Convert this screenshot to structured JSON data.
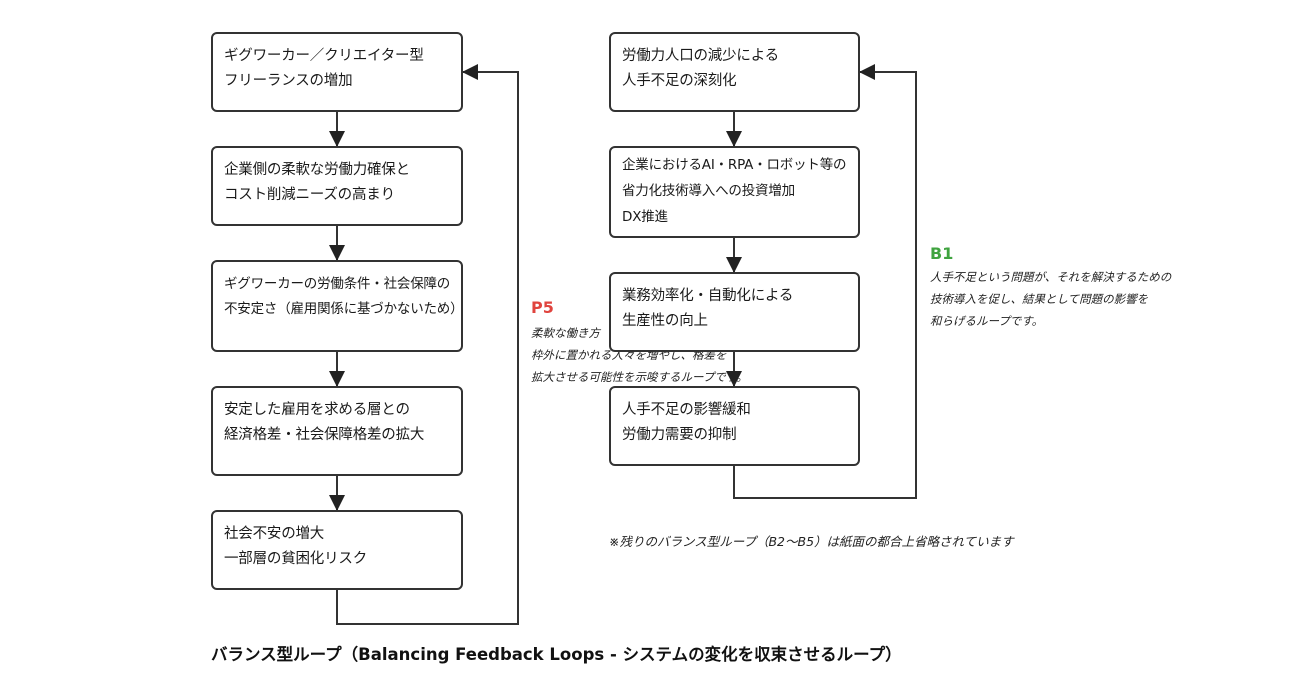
{
  "diagram": {
    "left_chain": [
      {
        "lines": [
          "ギグワーカー／クリエイター型",
          "フリーランスの増加"
        ]
      },
      {
        "lines": [
          "企業側の柔軟な労働力確保と",
          "コスト削減ニーズの高まり"
        ]
      },
      {
        "lines": [
          "ギグワーカーの労働条件・社会保障の",
          "不安定さ（雇用関係に基づかないため）"
        ]
      },
      {
        "lines": [
          "安定した雇用を求める層との",
          "経済格差・社会保障格差の拡大"
        ]
      },
      {
        "lines": [
          "社会不安の増大",
          "一部層の貧困化リスク"
        ]
      }
    ],
    "right_chain": [
      {
        "lines": [
          "労働力人口の減少による",
          "人手不足の深刻化"
        ]
      },
      {
        "lines": [
          "企業におけるAI・RPA・ロボット等の",
          "省力化技術導入への投資増加",
          "DX推進"
        ]
      },
      {
        "lines": [
          "業務効率化・自動化による",
          "生産性の向上"
        ]
      },
      {
        "lines": [
          "人手不足の影響緩和",
          "労働力需要の抑制"
        ]
      }
    ],
    "loop_p5": {
      "label": "P5",
      "color": "#e0443e",
      "note": [
        "柔軟な働き方",
        "枠外に置かれる人々を増やし、格差を",
        "拡大させる可能性を示唆するループです。"
      ]
    },
    "loop_b1": {
      "label": "B1",
      "color": "#3fa33f",
      "note": [
        "人手不足という問題が、それを解決するための",
        "技術導入を促し、結果として問題の影響を",
        "和らげるループです。"
      ]
    },
    "footnote": "※残りのバランス型ループ（B2〜B5）は紙面の都合上省略されています",
    "caption": "バランス型ループ（Balancing Feedback Loops - システムの変化を収束させるループ）"
  }
}
